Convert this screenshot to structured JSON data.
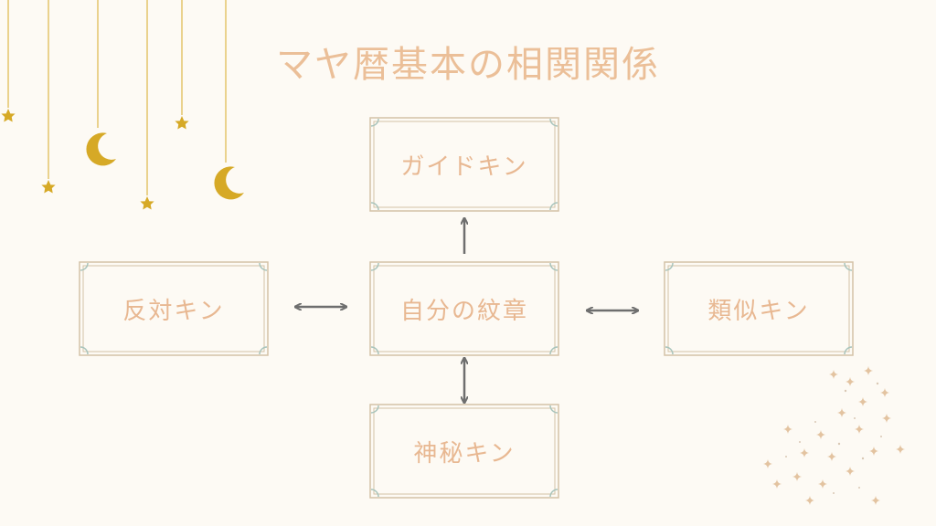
{
  "title": "マヤ暦基本の相関関係",
  "nodes": {
    "guide": "ガイドキン",
    "self": "自分の紋章",
    "opposite": "反対キン",
    "similar": "類似キン",
    "mystery": "神秘キン"
  },
  "colors": {
    "background": "#fdfaf4",
    "text": "#e8b892",
    "frame_outer": "#d4c2a6",
    "frame_inner": "#a8c4bc",
    "arrow": "#6e6e6e",
    "gold": "#d6a926"
  },
  "decorations": {
    "top_left": "hanging-moons-and-stars",
    "bottom_right": "sparkles"
  }
}
